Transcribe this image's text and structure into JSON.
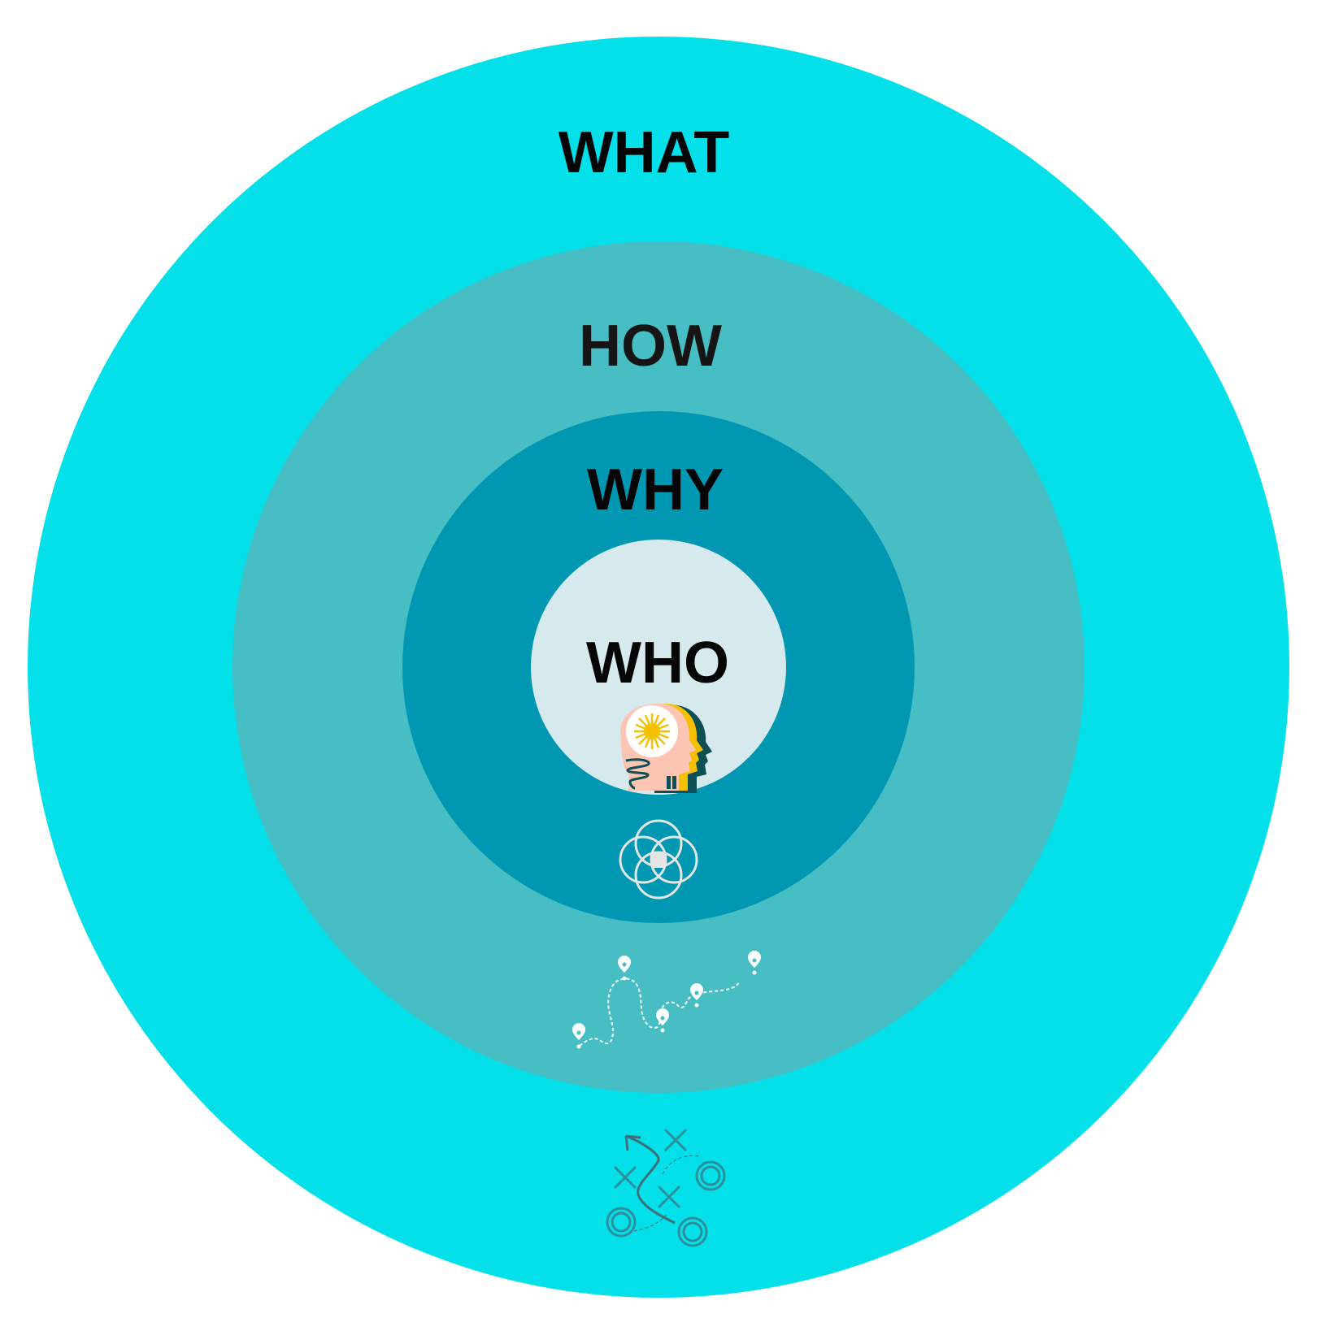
{
  "rings": [
    {
      "label": "WHAT",
      "color": "#03e0ea"
    },
    {
      "label": "HOW",
      "color": "#46bec4"
    },
    {
      "label": "WHY",
      "color": "#0097b2"
    },
    {
      "label": "WHO",
      "color": "#d6eaee"
    }
  ],
  "icons": [
    "person-head-sun-icon",
    "overlapping-circles-icon",
    "route-map-pins-icon",
    "strategy-playbook-icon"
  ]
}
